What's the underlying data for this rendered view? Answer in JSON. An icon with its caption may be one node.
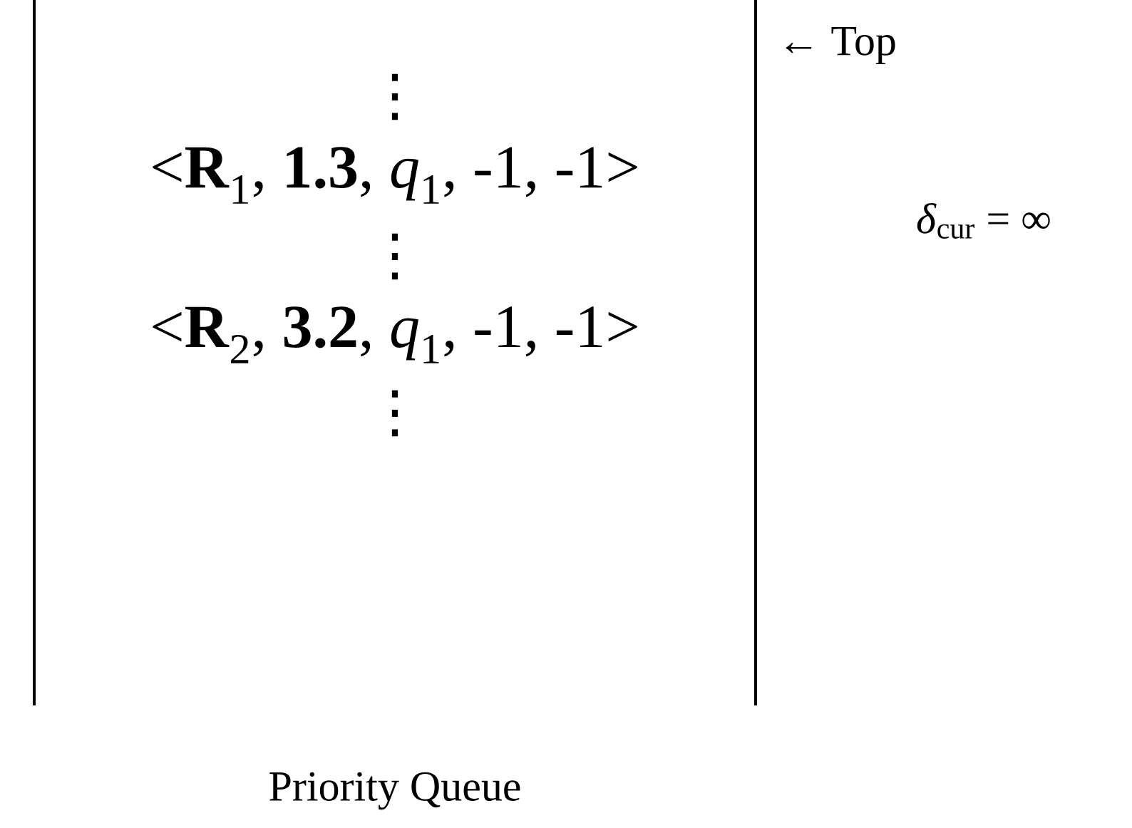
{
  "diagram": {
    "nodes": [
      {
        "text": [
          "⋮",
          "<**R**$_{1}$, **1.3**, *q*$_{1}$, -1, -1>",
          "⋮",
          "<**R**$_{2}$, **3.2**, *q*$_{1}$, -1, -1>",
          "⋮"
        ],
        "beside": [
          "Priority Queue"
        ]
      }
    ],
    "edges": [],
    "labels": [
      "← Top",
      "*δ*$_{cur}$ = ∞"
    ]
  }
}
